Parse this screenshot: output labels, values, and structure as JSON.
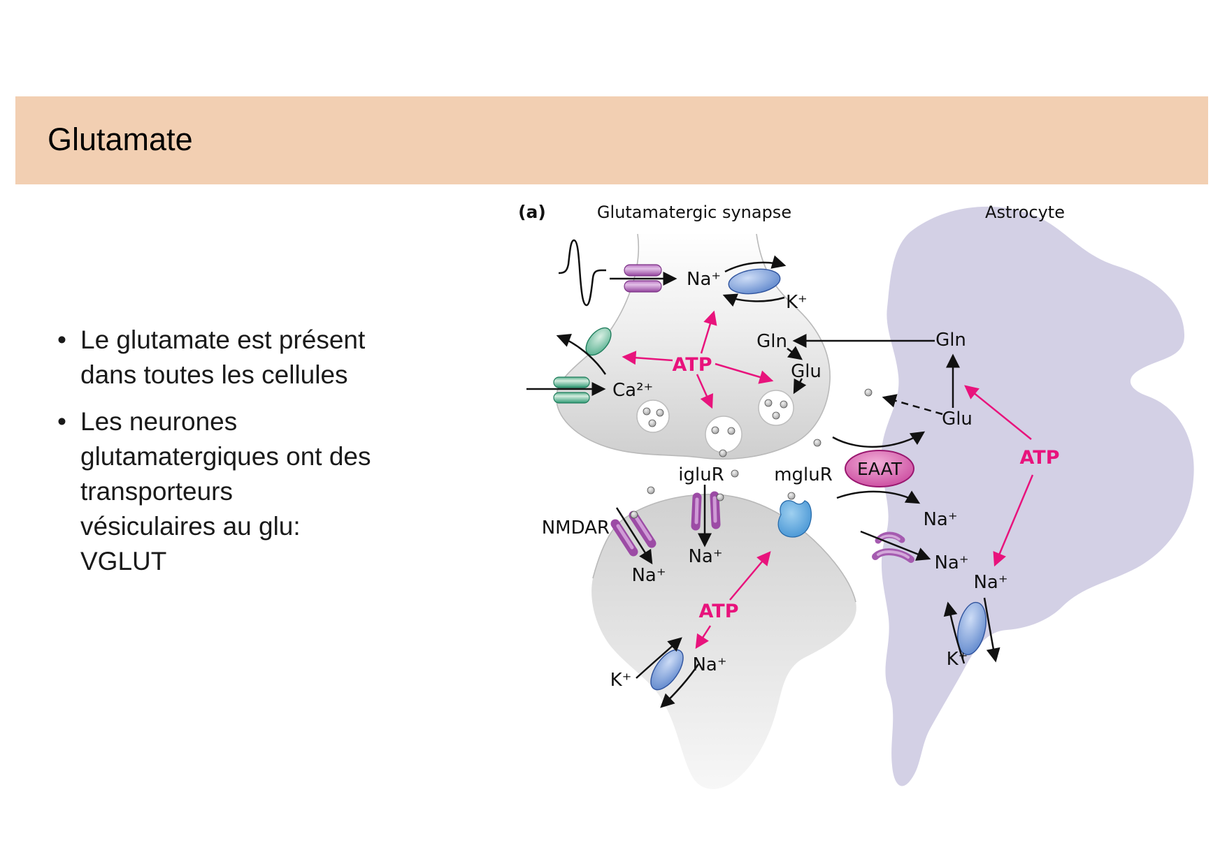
{
  "slide": {
    "title": "Glutamate",
    "bullets": [
      "Le glutamate est présent\ndans toutes les cellules",
      "Les neurones\nglutamatergiques ont des\ntransporteurs\nvésiculaires au glu:\nVGLUT"
    ],
    "bullet_marker": "•"
  },
  "figure": {
    "panel_label": "(a)",
    "synapse_title": "Glutamatergic synapse",
    "astrocyte_label": "Astrocyte",
    "molecules": {
      "na": "Na⁺",
      "k": "K⁺",
      "ca": "Ca²⁺",
      "gln": "Gln",
      "glu": "Glu",
      "atp": "ATP"
    },
    "receptors": {
      "nmdar": "NMDAR",
      "iglur": "igluR",
      "mglur": "mgluR",
      "eaat": "EAAT"
    },
    "colors": {
      "title_band": "#f2cfb2",
      "atp_accent": "#e8137c",
      "astrocyte_fill": "#d3d0e5",
      "receptor_purple": "#9c4ba5",
      "channel_green": "#2f9b74",
      "pump_blue": "#4a77c4",
      "eaat_magenta": "#c23392",
      "mglur_blue": "#2f85cd"
    }
  }
}
